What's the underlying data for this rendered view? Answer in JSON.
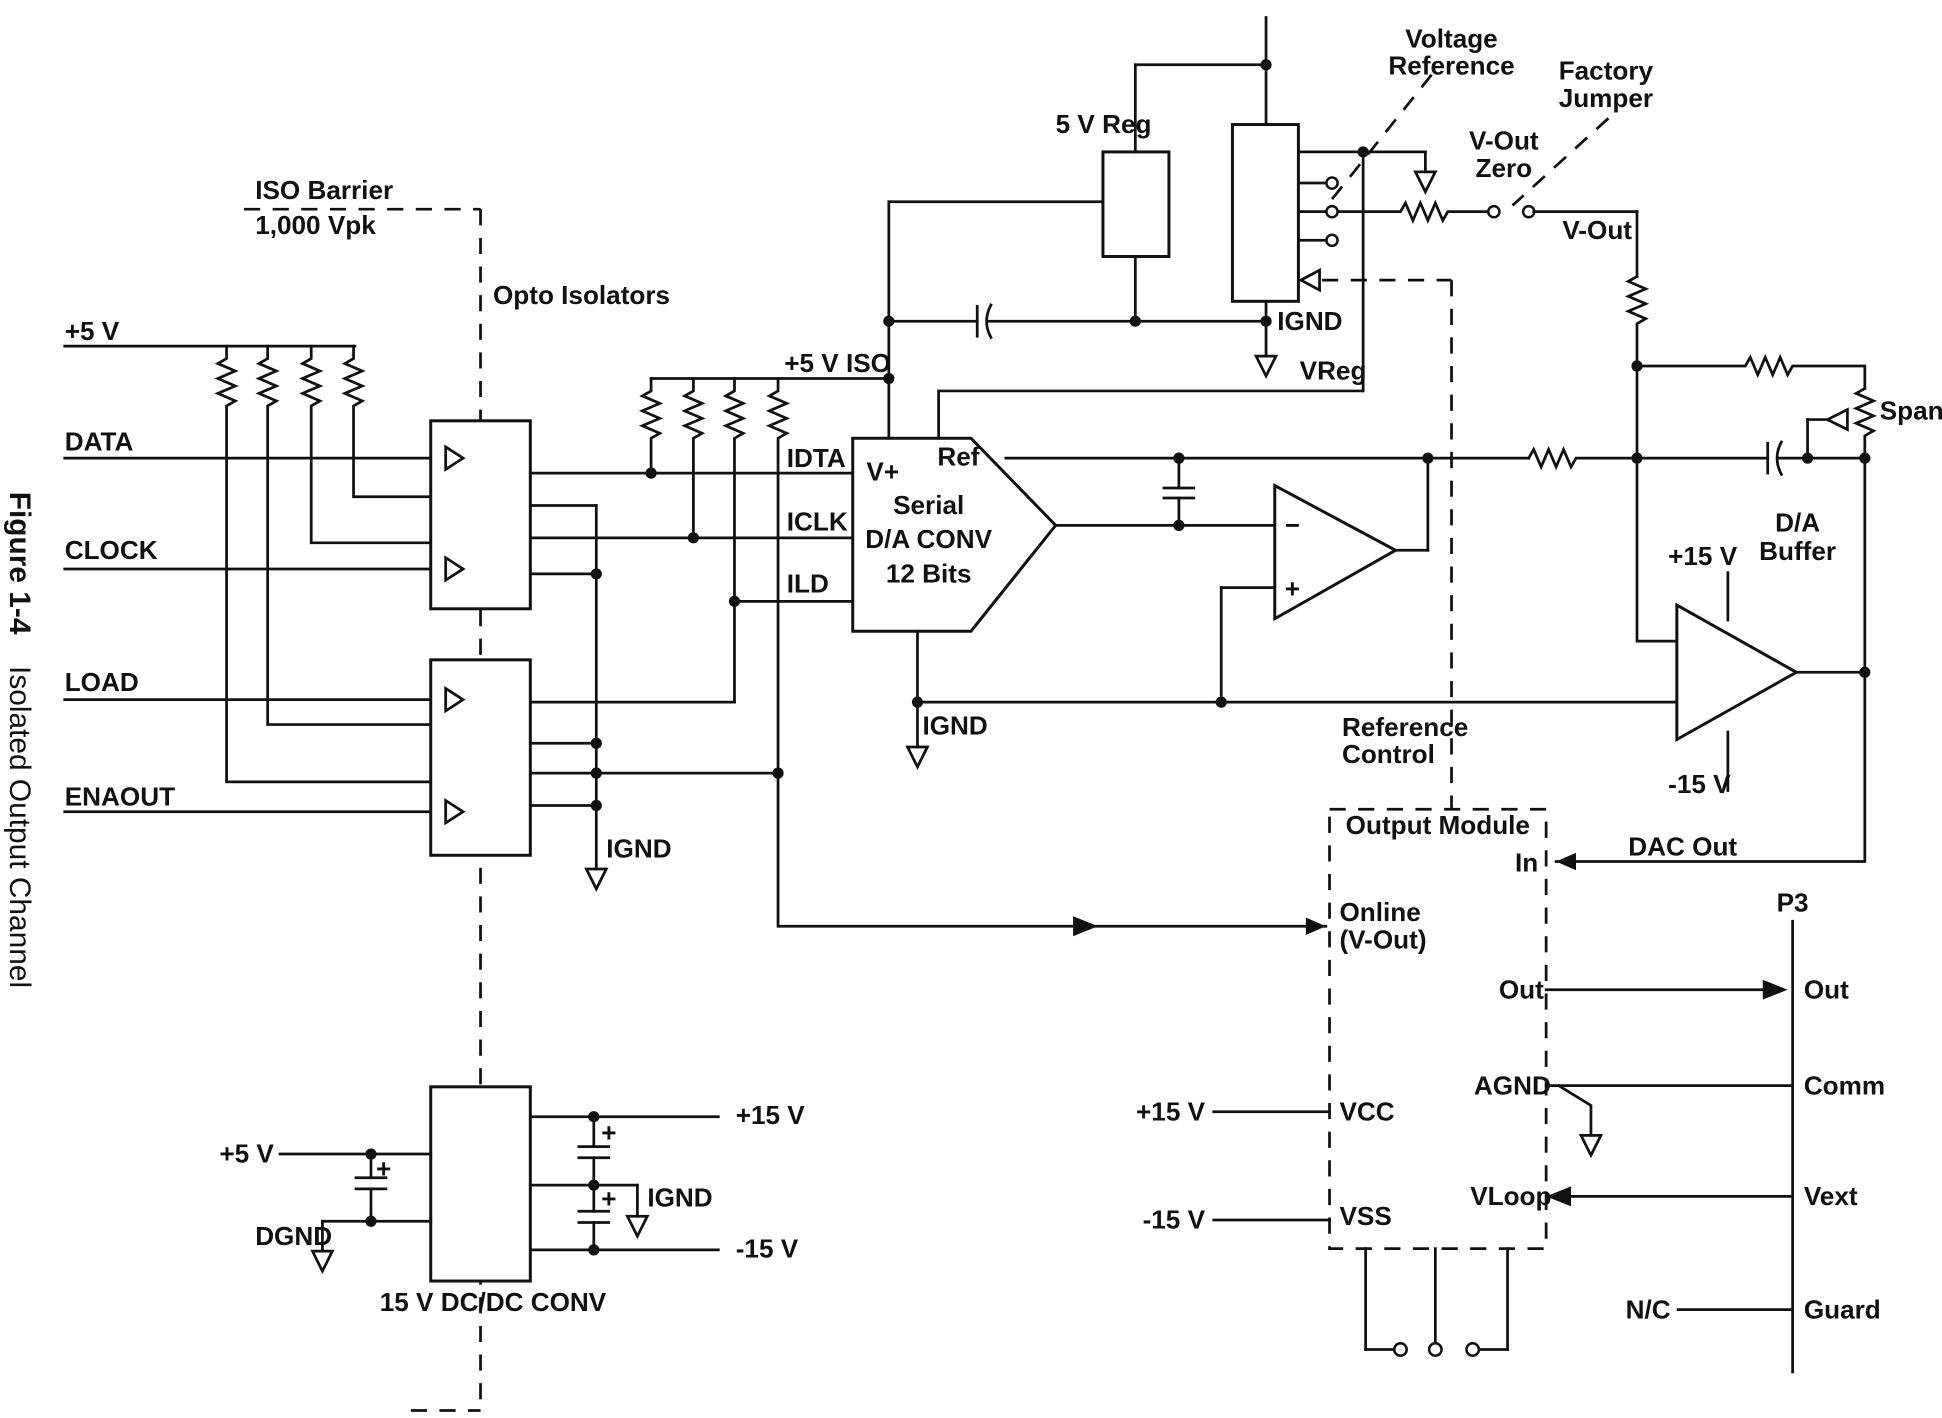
{
  "caption": {
    "number": "Figure 1-4",
    "title": "Isolated Output Channel"
  },
  "inputs": {
    "v5": "+5 V",
    "data": "DATA",
    "clock": "CLOCK",
    "load": "LOAD",
    "enaout": "ENAOUT"
  },
  "barrier": {
    "title": "ISO Barrier",
    "rating": "1,000 Vpk"
  },
  "opto_label": "Opto Isolators",
  "iso_rail": "+5 V ISO",
  "dac": {
    "idta": "IDTA",
    "iclk": "ICLK",
    "ild": "ILD",
    "vplus": "V+",
    "ref": "Ref",
    "line1": "Serial",
    "line2": "D/A CONV",
    "line3": "12 Bits"
  },
  "ignd": "IGND",
  "reg5": "5 V Reg",
  "vreg": "VReg",
  "voltage_reference": {
    "line1": "Voltage",
    "line2": "Reference"
  },
  "factory_jumper": {
    "line1": "Factory",
    "line2": "Jumper"
  },
  "vout_zero": {
    "line1": "V-Out",
    "line2": "Zero"
  },
  "vout": "V-Out",
  "span": "Span",
  "da_buffer": {
    "line1": "D/A",
    "line2": "Buffer"
  },
  "plus15": "+15 V",
  "minus15": "-15 V",
  "opamp": {
    "minus": "−",
    "plus": "+"
  },
  "reference_control": {
    "line1": "Reference",
    "line2": "Control"
  },
  "output_module": {
    "title": "Output Module",
    "in": "In",
    "online1": "Online",
    "online2": "(V-Out)",
    "out": "Out",
    "agnd": "AGND",
    "vcc": "VCC",
    "vss": "VSS",
    "vloop": "VLoop"
  },
  "dac_out": "DAC Out",
  "p3": {
    "title": "P3",
    "out": "Out",
    "comm": "Comm",
    "vext": "Vext",
    "guard": "Guard",
    "nc": "N/C"
  },
  "dcdc": {
    "label": "15 V DC/DC CONV",
    "in": "+5 V",
    "dgnd": "DGND",
    "pos": "+15 V",
    "neg": "-15 V",
    "ignd": "IGND",
    "cap_plus": "+"
  }
}
